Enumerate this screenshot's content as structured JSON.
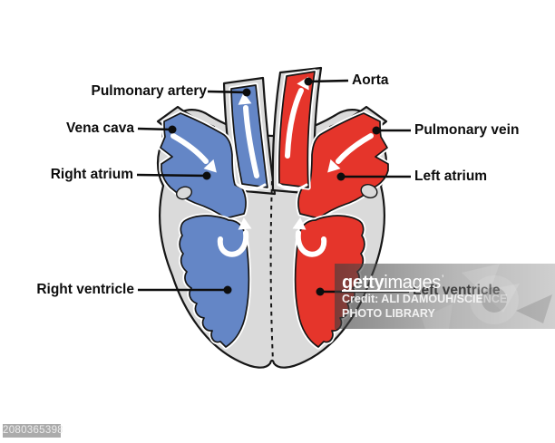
{
  "diagram": {
    "labels": {
      "pulmonary_artery": "Pulmonary artery",
      "vena_cava": "Vena cava",
      "right_atrium": "Right atrium",
      "right_ventricle": "Right ventricle",
      "aorta": "Aorta",
      "pulmonary_vein": "Pulmonary vein",
      "left_atrium": "Left atrium",
      "left_ventricle": "Left ventricle"
    },
    "colors": {
      "deoxygenated_blue": "#6486c6",
      "oxygenated_red": "#e5352b",
      "heart_wall_gray": "#dadada",
      "outline": "#161616",
      "background": "#ffffff"
    }
  },
  "watermark": {
    "logo_getty": "getty",
    "logo_images": "images",
    "logo_mark": "’",
    "credit_line1": "Credit: ALI DAMOUH/SCIENCE",
    "credit_line2": "PHOTO LIBRARY"
  },
  "image_id": "2080365398"
}
